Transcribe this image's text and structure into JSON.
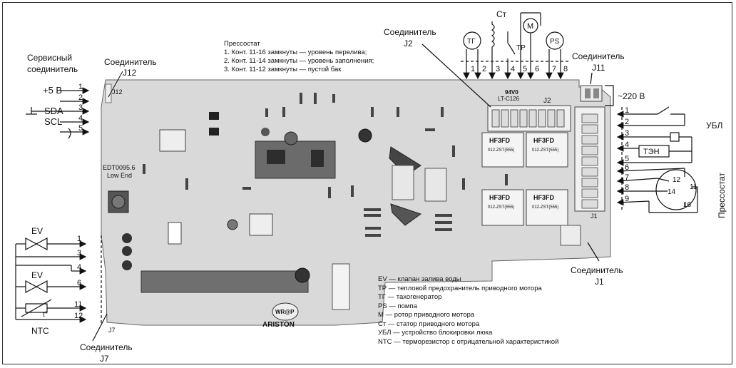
{
  "labels": {
    "service_connector_1": "Сервисный",
    "service_connector_2": "соединитель",
    "j12_word": "Соединитель",
    "j12_id": "J12",
    "pressostat_title": "Прессостат",
    "pressostat_1": "1. Конт. 11-16 замкнуты — уровень перелива;",
    "pressostat_2": "2. Конт. 11-14 замкнуты — уровень заполнения;",
    "pressostat_3": "3. Конт. 11-12 замкнуты — пустой бак",
    "j2_word": "Соединитель",
    "j2_id": "J2",
    "j11_word": "Соединитель",
    "j11_id": "J11",
    "j1_word": "Соединитель",
    "j1_id": "J1",
    "j7_word": "Соединитель",
    "j7_id": "J7",
    "v220": "~220 В",
    "ubl": "УБЛ",
    "ten": "ТЭН",
    "pressostat_side": "Прессостат",
    "ev_top": "EV",
    "ev_bottom": "EV",
    "ntc": "NTC",
    "t_deg": "t°",
    "ct": "Ст",
    "tp": "ТР",
    "tg": "ТГ",
    "m": "М",
    "ps": "PS"
  },
  "service_pins": [
    {
      "name": "+5 В",
      "pin": "1"
    },
    {
      "name": "",
      "pin": "2"
    },
    {
      "name": "SDA",
      "pin": "3"
    },
    {
      "name": "SCL",
      "pin": "4"
    },
    {
      "name": "",
      "pin": "5"
    }
  ],
  "j2_pins": [
    "1",
    "2",
    "3",
    "4",
    "5",
    "6",
    "7",
    "8"
  ],
  "j1_pins": [
    "1",
    "2",
    "3",
    "4",
    "5",
    "6",
    "7",
    "8",
    "9"
  ],
  "j7_pins": [
    "1",
    "3",
    "4",
    "6",
    "11",
    "12"
  ],
  "pressostat_contacts": [
    "12",
    "11",
    "14",
    "16"
  ],
  "board_text": {
    "j12_silk": "J12",
    "model_1": "EDT0095.6",
    "model_2": "Low End",
    "relay_name": "HF3FD",
    "relay_sub": "012-ZST(555)",
    "j2_silk": "J2",
    "ul_mark": "94V0",
    "ul_sub": "LT-C126",
    "j7_silk": "J7",
    "j1_silk": "J1",
    "brand": "ARISTON",
    "logo": "WR@P"
  },
  "legend": [
    {
      "code": "EV",
      "text": "клапан залива воды"
    },
    {
      "code": "ТР",
      "text": "тепловой предохранитель приводного мотора"
    },
    {
      "code": "ТГ",
      "text": "тахогенератор"
    },
    {
      "code": "PS",
      "text": "помпа"
    },
    {
      "code": "М",
      "text": "ротор приводного мотора"
    },
    {
      "code": "Ст",
      "text": "статор приводного мотора"
    },
    {
      "code": "УБЛ",
      "text": "устройство блокировки люка"
    },
    {
      "code": "NTC",
      "text": "терморезистор с отрицательной характеристикой"
    }
  ]
}
